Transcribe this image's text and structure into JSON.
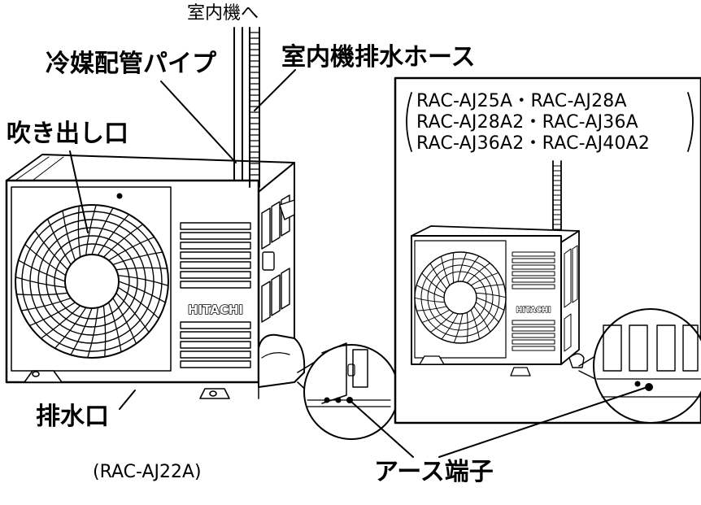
{
  "labels": {
    "to_indoor": "室内機へ",
    "refrigerant_pipe": "冷媒配管パイプ",
    "drain_hose": "室内機排水ホース",
    "air_outlet": "吹き出し口",
    "drain_port": "排水口",
    "earth_terminal": "アース端子",
    "main_model": "(RAC-AJ22A)",
    "brand": "HITACHI"
  },
  "inset_models": {
    "line1": "RAC-AJ25A・RAC-AJ28A",
    "line2": "RAC-AJ28A2・RAC-AJ36A",
    "line3": "RAC-AJ36A2・RAC-AJ40A2"
  }
}
